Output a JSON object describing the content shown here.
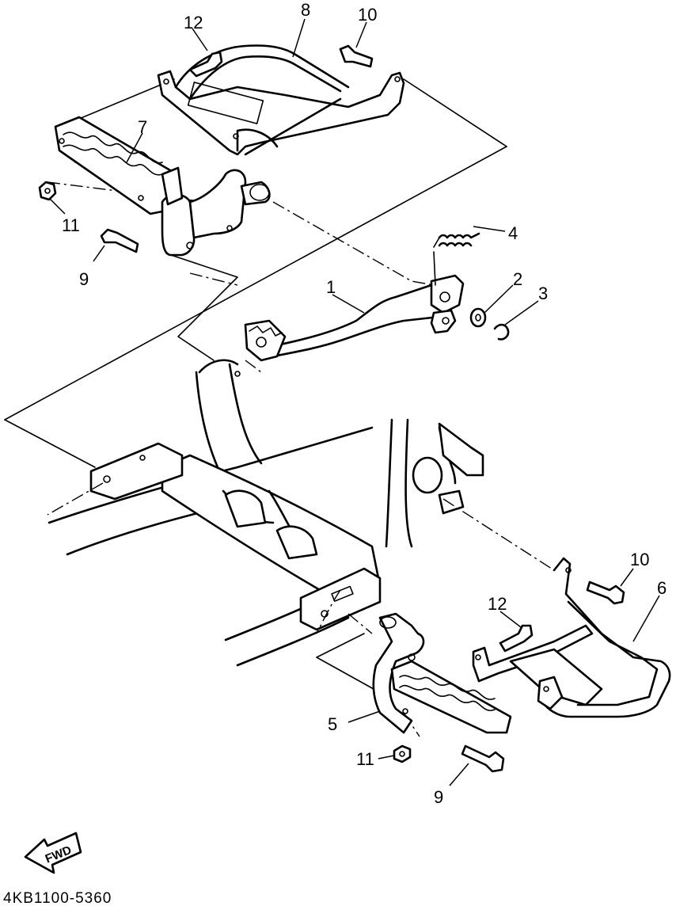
{
  "callouts": {
    "c1": "1",
    "c2": "2",
    "c3": "3",
    "c4": "4",
    "c5": "5",
    "c6": "6",
    "c7": "7",
    "c8": "8",
    "c9_top": "9",
    "c9_bottom": "9",
    "c10_top": "10",
    "c10_bottom": "10",
    "c11_top": "11",
    "c11_bottom": "11",
    "c12_top": "12",
    "c12_bottom": "12"
  },
  "fwd_label": "FWD",
  "diagram_code": "4KB1100-5360",
  "icons": {
    "fwd_arrow": "fwd-arrow-icon"
  }
}
